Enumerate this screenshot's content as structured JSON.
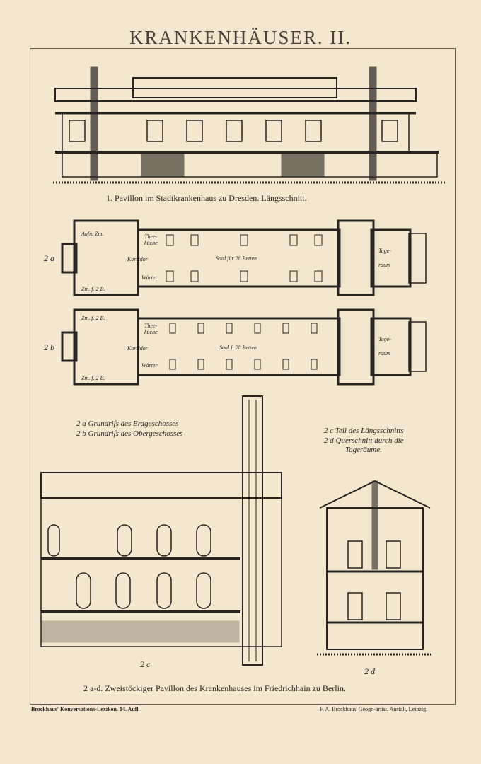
{
  "title": "KRANKENHÄUSER. II.",
  "fig1_caption": "1. Pavillon im Stadtkrankenhaus zu Dresden. Längsschnitt.",
  "plan_2a": {
    "label": "2 a",
    "rooms": [
      "Aufn. Zm.",
      "Thee-küche",
      "Korridor",
      "Wärter",
      "Zm. f. 2 B.",
      "Saal für 28 Betten",
      "Tage-raum"
    ]
  },
  "plan_2b": {
    "label": "2 b",
    "rooms": [
      "Zm. f. 2 B.",
      "Thee-küche",
      "Korridor",
      "Wärter",
      "Zm. f. 2 B.",
      "Saal f. 28 Betten",
      "Tage-raum"
    ]
  },
  "legend_left": [
    "2 a Grundriſs des Erdgeschosses",
    "2 b Grundriſs des Obergeschosses"
  ],
  "legend_right": [
    "2 c Teil des Längsschnitts",
    "2 d Querschnitt durch die",
    "Tageräume."
  ],
  "label_2c": "2 c",
  "label_2d": "2 d",
  "fig2_caption": "2 a-d. Zweistöckiger Pavillon des Krankenhauses im Friedrichhain zu Berlin.",
  "footer_left": "Brockhaus' Konversations-Lexikon. 14. Aufl.",
  "footer_right": "F. A. Brockhaus' Geogr.-artist. Anstalt, Leipzig."
}
